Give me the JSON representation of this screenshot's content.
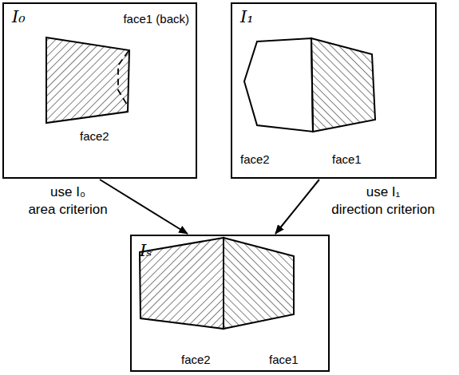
{
  "diagram": {
    "nodes": [
      {
        "text": [
          "I₀",
          "face1 (back)",
          "face2"
        ]
      },
      {
        "text": [
          "I₁",
          "face2",
          "face1"
        ]
      },
      {
        "text": [
          "Iₛ",
          "face2",
          "face1"
        ]
      }
    ],
    "edges": [
      {
        "from": 0,
        "to": 2,
        "arrow": "to",
        "label": "use I₀ area criterion"
      },
      {
        "from": 1,
        "to": 2,
        "arrow": "to",
        "label": "use I₁ direction criterion"
      }
    ]
  }
}
